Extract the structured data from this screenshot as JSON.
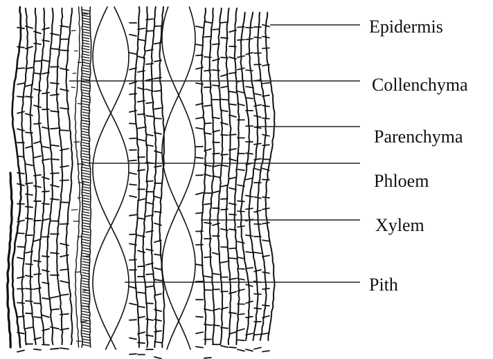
{
  "labels": [
    {
      "key": "epidermis",
      "text": "Epidermis"
    },
    {
      "key": "collenchyma",
      "text": "Collenchyma"
    },
    {
      "key": "parenchyma",
      "text": "Parenchyma"
    },
    {
      "key": "phloem",
      "text": "Phloem"
    },
    {
      "key": "xylem",
      "text": "Xylem"
    },
    {
      "key": "pith",
      "text": "Pith"
    }
  ],
  "colors": {
    "ink": "#111111",
    "background": "#ffffff"
  }
}
